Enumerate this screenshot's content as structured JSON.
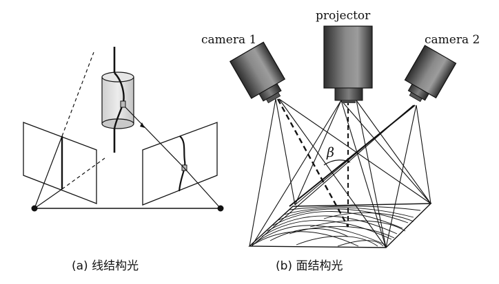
{
  "labels": {
    "projector": "projector",
    "camera1": "camera 1",
    "camera2": "camera 2",
    "beta": "β"
  },
  "captions": {
    "a": "(a) 线结构光",
    "b": "(b) 面结构光"
  },
  "colors": {
    "ink": "#111111",
    "cylinder_fill": "#d8d8d8",
    "device_dark": "#3a3a3a",
    "device_light": "#9a9a9a",
    "patch": "#b0b0b0"
  }
}
